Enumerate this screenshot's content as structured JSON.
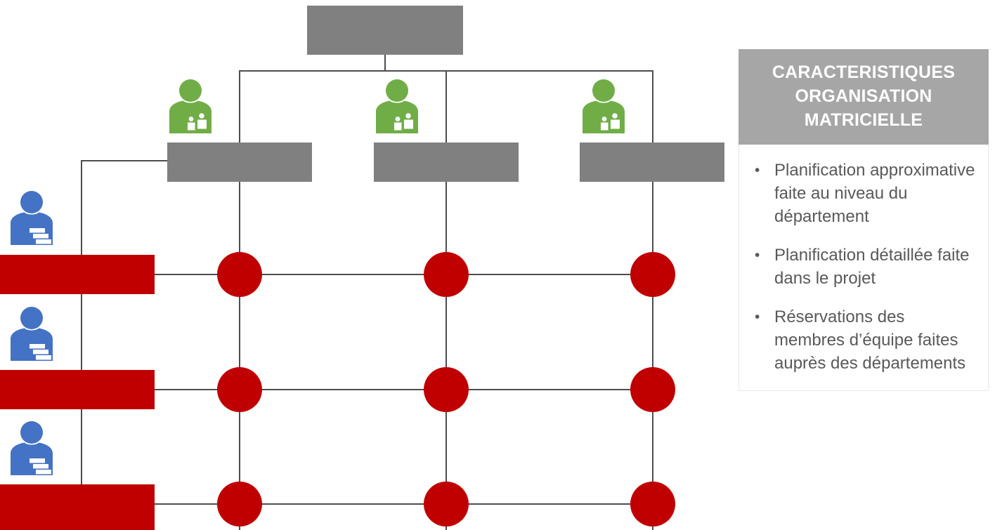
{
  "diagram": {
    "title_semantic": "matrix-organisation-chart",
    "colors": {
      "box_gray": "#808080",
      "bar_red": "#C00000",
      "manager_green": "#70AD47",
      "project_blue": "#4472C4",
      "line_gray": "#4D4D4D",
      "panel_header_gray": "#A6A6A6",
      "panel_text_gray": "#595959"
    },
    "top_box": {
      "label": ""
    },
    "departments": [
      {
        "icon": "department-manager-icon",
        "label": ""
      },
      {
        "icon": "department-manager-icon",
        "label": ""
      },
      {
        "icon": "department-manager-icon",
        "label": ""
      }
    ],
    "projects": [
      {
        "icon": "project-manager-icon",
        "label": ""
      },
      {
        "icon": "project-manager-icon",
        "label": ""
      },
      {
        "icon": "project-manager-icon",
        "label": ""
      }
    ],
    "intersections": [
      {
        "row": 1,
        "col": 1,
        "label": ""
      },
      {
        "row": 1,
        "col": 2,
        "label": ""
      },
      {
        "row": 1,
        "col": 3,
        "label": ""
      },
      {
        "row": 2,
        "col": 1,
        "label": ""
      },
      {
        "row": 2,
        "col": 2,
        "label": ""
      },
      {
        "row": 2,
        "col": 3,
        "label": ""
      },
      {
        "row": 3,
        "col": 1,
        "label": ""
      },
      {
        "row": 3,
        "col": 2,
        "label": ""
      },
      {
        "row": 3,
        "col": 3,
        "label": ""
      }
    ]
  },
  "panel": {
    "header": "CARACTERISTIQUES ORGANISATION MATRICIELLE",
    "bullet_symbol": "•",
    "bullets": [
      "Planification approximative faite au niveau du département",
      "Planification détaillée faite dans le projet",
      "Réservations des membres d’équipe faites auprès des départements"
    ]
  }
}
